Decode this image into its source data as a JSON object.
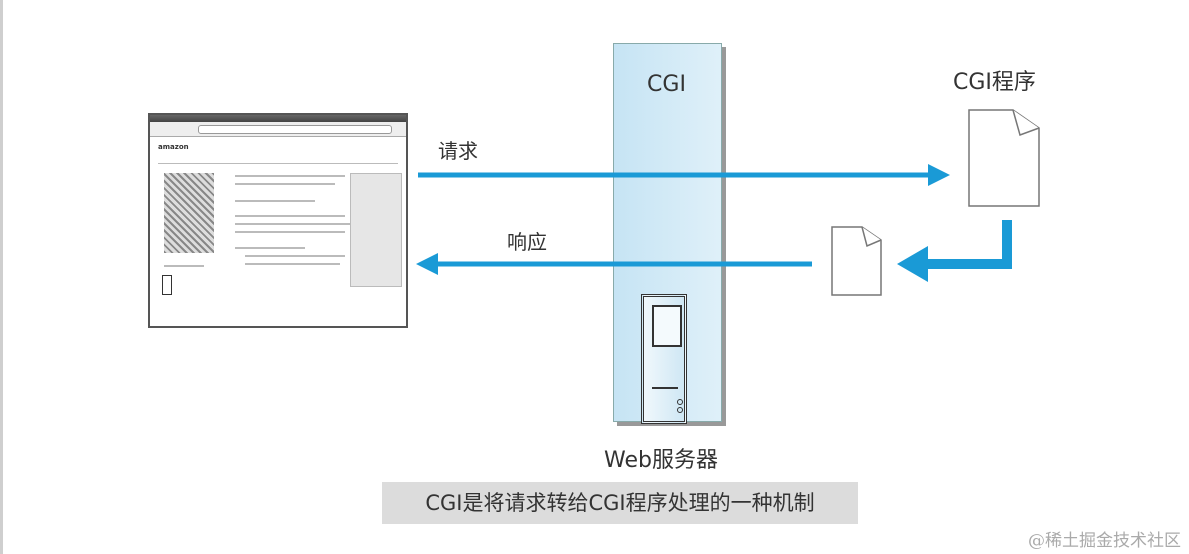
{
  "diagram": {
    "column_label": "CGI",
    "request_label": "请求",
    "response_label": "响应",
    "program_label": "CGI程序",
    "server_label": "Web服务器",
    "caption": "CGI是将请求转给CGI程序处理的一种机制",
    "browser_logo": "amazon",
    "accent_color": "#1a9ad6"
  },
  "watermark": "@稀土掘金技术社区"
}
